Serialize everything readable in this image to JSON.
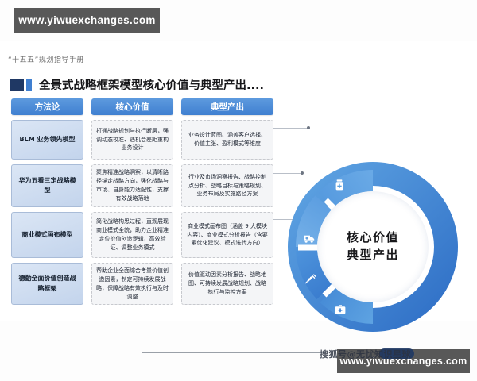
{
  "watermarks": {
    "top": "www.yiwuexchanges.com",
    "bottom": "www.yiwuexchanges.com",
    "sohu": "搜狐号@无忧知识星球"
  },
  "slide": {
    "kicker": "“十五五”规划指导手册",
    "title": "全景式战略框架模型核心价值与典型产出...."
  },
  "table": {
    "headers": [
      "方法论",
      "核心价值",
      "典型产出"
    ],
    "rows": [
      {
        "method": "BLM 业务领先模型",
        "value": "打通战略规划与执行断层，强调动态校准、遇机会差距重构业务设计",
        "output": "业务设计蓝图、涵盖客户选择、价值主张、盈利模式等维度"
      },
      {
        "method": "华为五看三定战略模型",
        "value": "聚焦精准战略洞察，以清晰路径锚定战略方向，强化战略与市场、自身能力适配性，支撑有效战略落地",
        "output": "行业及市场洞察报告、战略控制点分析、战略目标与策略规划、业务布局及实施路径方案"
      },
      {
        "method": "商业模式画布模型",
        "value": "简化战略构思过程，直观展现商业模式全貌，助力企业精准定位价值创造逻辑，高效验证、调整业务模式",
        "output": "商业模式画布图（涵盖 9 大模块内容）、商业模式分析报告（含要素优化建议、模式迭代方向）"
      },
      {
        "method": "德勤全面价值创造战略框架",
        "value": "帮助企业全面综合考量价值创造因素，制定可持续发展战略，保障战略有效执行与及时调整",
        "output": "价值驱动因素分析报告、战略地图、可持续发展战略规划、战略执行与监控方案"
      }
    ]
  },
  "donut": {
    "center_line1": "核心价值",
    "center_line2": "典型产出",
    "segments": [
      {
        "icon": "medicine-bottle-icon"
      },
      {
        "icon": "ambulance-icon"
      },
      {
        "icon": "syringe-icon"
      },
      {
        "icon": "first-aid-kit-icon"
      }
    ]
  },
  "colors": {
    "header_blue": "#3f7fd0",
    "donut_blue": "#3b7fd4",
    "donut_light": "#5aa0e0",
    "navy": "#1f3864",
    "watermark_gray": "#585858"
  }
}
